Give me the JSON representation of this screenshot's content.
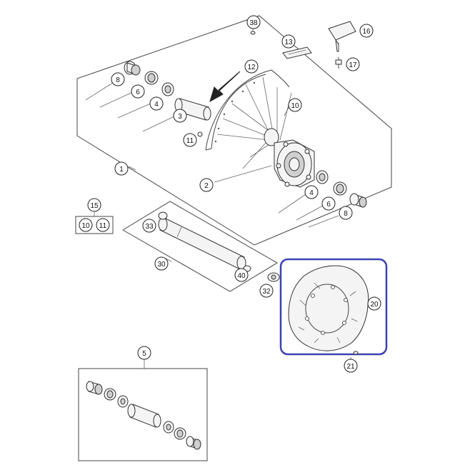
{
  "diagram": {
    "callouts": [
      {
        "id": "c38",
        "label": "38"
      },
      {
        "id": "c16",
        "label": "16"
      },
      {
        "id": "c13",
        "label": "13"
      },
      {
        "id": "c17",
        "label": "17"
      },
      {
        "id": "c12",
        "label": "12"
      },
      {
        "id": "c8a",
        "label": "8"
      },
      {
        "id": "c6a",
        "label": "6"
      },
      {
        "id": "c4a",
        "label": "4"
      },
      {
        "id": "c3",
        "label": "3"
      },
      {
        "id": "c10a",
        "label": "10"
      },
      {
        "id": "c11a",
        "label": "11"
      },
      {
        "id": "c1",
        "label": "1"
      },
      {
        "id": "c2",
        "label": "2"
      },
      {
        "id": "c4b",
        "label": "4"
      },
      {
        "id": "c6b",
        "label": "6"
      },
      {
        "id": "c8b",
        "label": "8"
      },
      {
        "id": "c15",
        "label": "15"
      },
      {
        "id": "c10b",
        "label": "10"
      },
      {
        "id": "c11b",
        "label": "11"
      },
      {
        "id": "c33",
        "label": "33"
      },
      {
        "id": "c30",
        "label": "30"
      },
      {
        "id": "c40",
        "label": "40"
      },
      {
        "id": "c32",
        "label": "32"
      },
      {
        "id": "c20",
        "label": "20"
      },
      {
        "id": "c21",
        "label": "21"
      },
      {
        "id": "c5",
        "label": "5"
      }
    ],
    "highlight_color": "#3d41b5"
  }
}
